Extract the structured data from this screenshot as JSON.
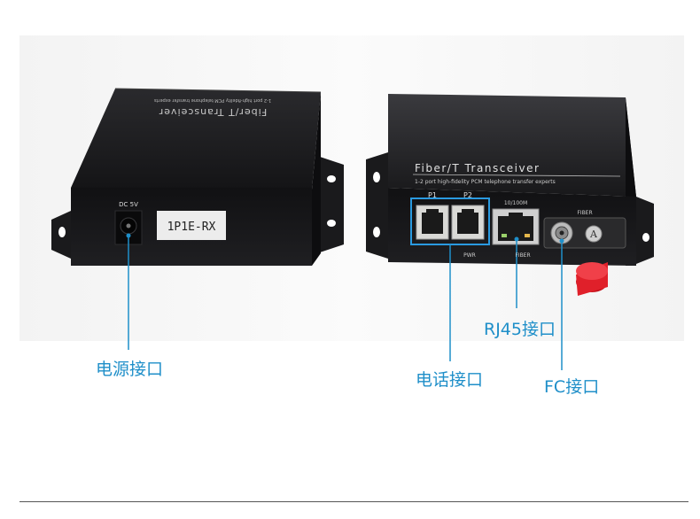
{
  "left_device": {
    "top_text_mirrored": "Fiber/T Transceiver",
    "top_subtext_mirrored": "1-2 port high-fidelity PCM telephone transfer experts",
    "dc_label": "DC 5V",
    "model_label": "1P1E-RX"
  },
  "right_device": {
    "title": "Fiber/T  Transceiver",
    "subtitle": "1-2 port high-fidelity PCM telephone transfer experts",
    "port_p1": "P1",
    "port_p2": "P2",
    "pwr": "PWR",
    "eth_speed": "10/100M",
    "fiber_small": "FIBER",
    "fiber_label": "FIBER",
    "fc_letter": "A"
  },
  "callouts": {
    "power": "电源接口",
    "phone": "电话接口",
    "rj45": "RJ45接口",
    "fc": "FC接口"
  },
  "colors": {
    "accent": "#1f8fc9",
    "device_body": "#1c1c1e",
    "cap_red": "#e0202a"
  }
}
